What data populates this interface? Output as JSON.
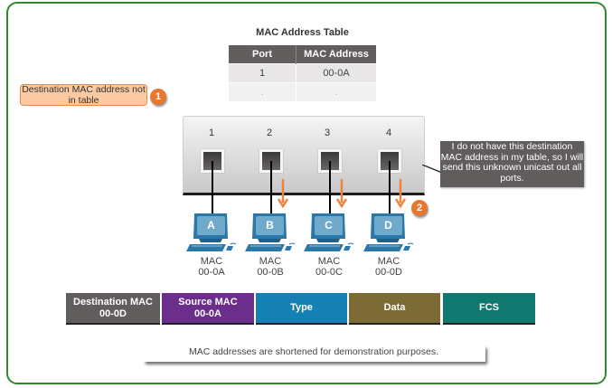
{
  "mac_table": {
    "title": "MAC Address Table",
    "headers": [
      "Port",
      "MAC Address"
    ],
    "rows": [
      [
        "1",
        "00-0A"
      ],
      [
        ".",
        "."
      ]
    ]
  },
  "notes": {
    "step1_text": "Destination MAC address not in table",
    "step1_badge": "1",
    "step2_badge": "2",
    "callout_text": "I do not have this destination MAC address in my table, so I will send this unknown unicast out all ports."
  },
  "switch": {
    "ports": [
      "1",
      "2",
      "3",
      "4"
    ]
  },
  "hosts": [
    {
      "letter": "A",
      "mac_label": "MAC",
      "mac": "00-0A",
      "receives_flood": false
    },
    {
      "letter": "B",
      "mac_label": "MAC",
      "mac": "00-0B",
      "receives_flood": true
    },
    {
      "letter": "C",
      "mac_label": "MAC",
      "mac": "00-0C",
      "receives_flood": true
    },
    {
      "letter": "D",
      "mac_label": "MAC",
      "mac": "00-0D",
      "receives_flood": true
    }
  ],
  "ethernet_frame": {
    "fields": [
      {
        "name": "Destination MAC",
        "value": "00-0D",
        "color": "#625d5d"
      },
      {
        "name": "Source MAC",
        "value": "00-0A",
        "color": "#6b2f8b"
      },
      {
        "name": "Type",
        "value": "",
        "color": "#1580b4"
      },
      {
        "name": "Data",
        "value": "",
        "color": "#7d6b36"
      },
      {
        "name": "FCS",
        "value": "",
        "color": "#10786e"
      }
    ]
  },
  "footnote": "MAC addresses are shortened for demonstration purposes.",
  "colors": {
    "frame_border": "#2e8b2e",
    "accent_orange": "#e8782e",
    "host_blue": "#2b78a8"
  }
}
